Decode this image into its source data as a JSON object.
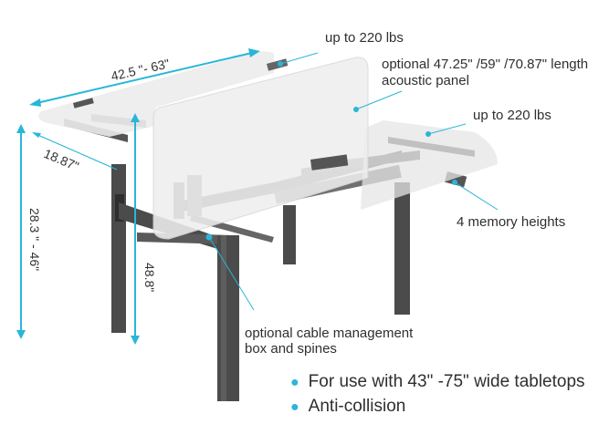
{
  "dimensions": {
    "width": "42.5 \"- 63\"",
    "depth": "18.87\"",
    "height_range": "28.3 \" - 46\"",
    "overall_height": "48.8\""
  },
  "callouts": {
    "load_left": "up to 220 lbs",
    "panel_line1": "optional 47.25\" /59\" /70.87\" length",
    "panel_line2": "acoustic panel",
    "load_right": "up to 220 lbs",
    "memory": "4 memory heights",
    "cable_line1": "optional cable management",
    "cable_line2": "box and spines"
  },
  "features": [
    "For use with 43\" -75\" wide tabletops",
    "Anti-collision"
  ],
  "colors": {
    "accent": "#29b6d8",
    "frame": "#4b4b4b",
    "top": "#ececec"
  }
}
